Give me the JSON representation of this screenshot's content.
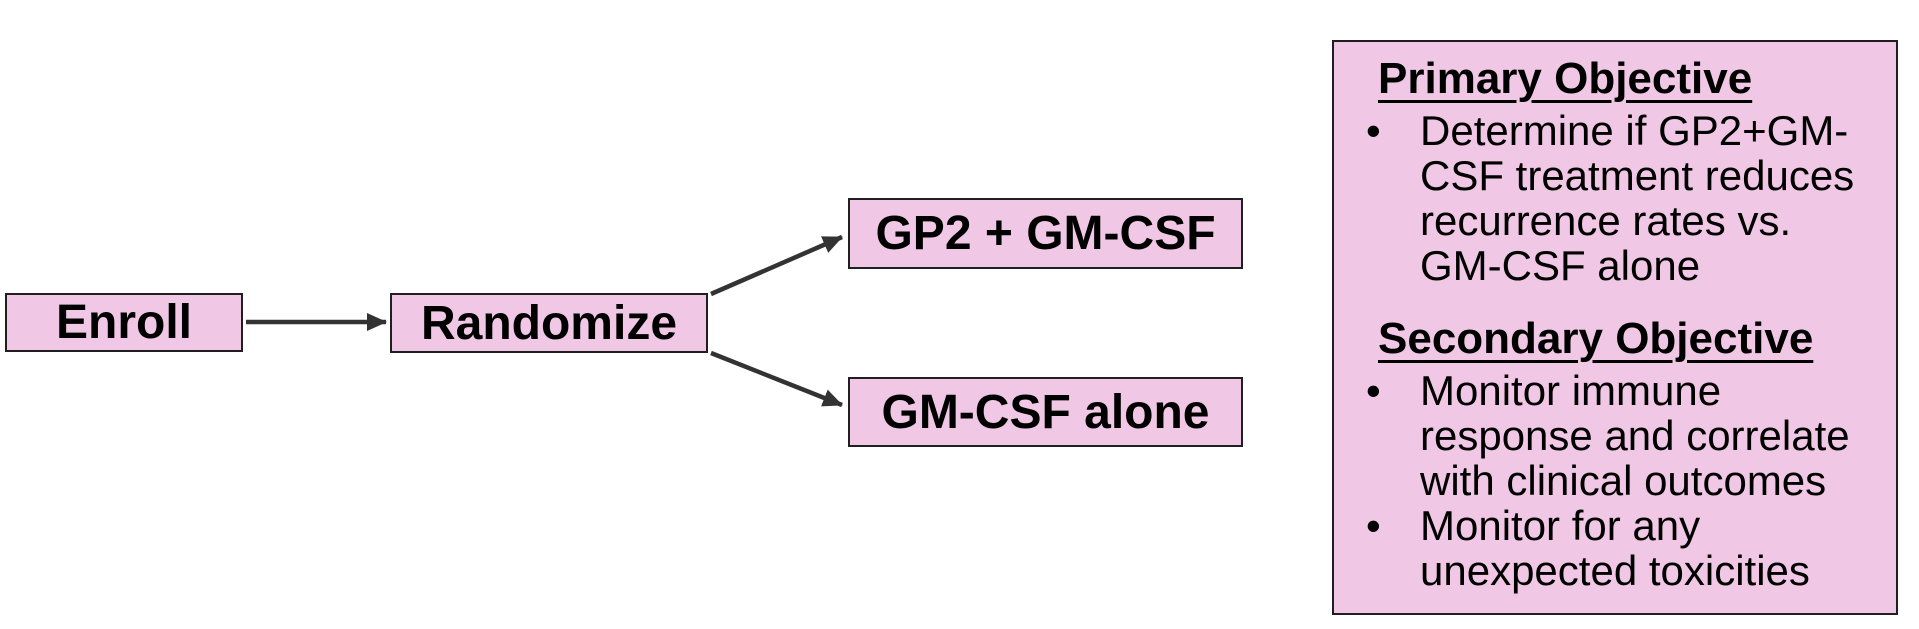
{
  "flow": {
    "nodes": {
      "enroll": {
        "label": "Enroll"
      },
      "randomize": {
        "label": "Randomize"
      },
      "arm_treatment": {
        "label": "GP2 + GM-CSF"
      },
      "arm_control": {
        "label": "GM-CSF alone"
      }
    },
    "edges": [
      {
        "from": "enroll",
        "to": "randomize"
      },
      {
        "from": "randomize",
        "to": "arm_treatment"
      },
      {
        "from": "randomize",
        "to": "arm_control"
      }
    ]
  },
  "panel": {
    "sections": [
      {
        "heading": "Primary Objective",
        "bullets": [
          "Determine if GP2+GM-CSF treatment reduces recurrence rates vs. GM-CSF alone"
        ]
      },
      {
        "heading": "Secondary Objective",
        "bullets": [
          "Monitor immune response and correlate with clinical outcomes",
          "Monitor for any unexpected toxicities"
        ]
      }
    ]
  },
  "colors": {
    "node_fill": "#f0c7e4",
    "node_border": "#1f1f1f",
    "arrow": "#333333",
    "text": "#000000",
    "background": "#ffffff"
  }
}
